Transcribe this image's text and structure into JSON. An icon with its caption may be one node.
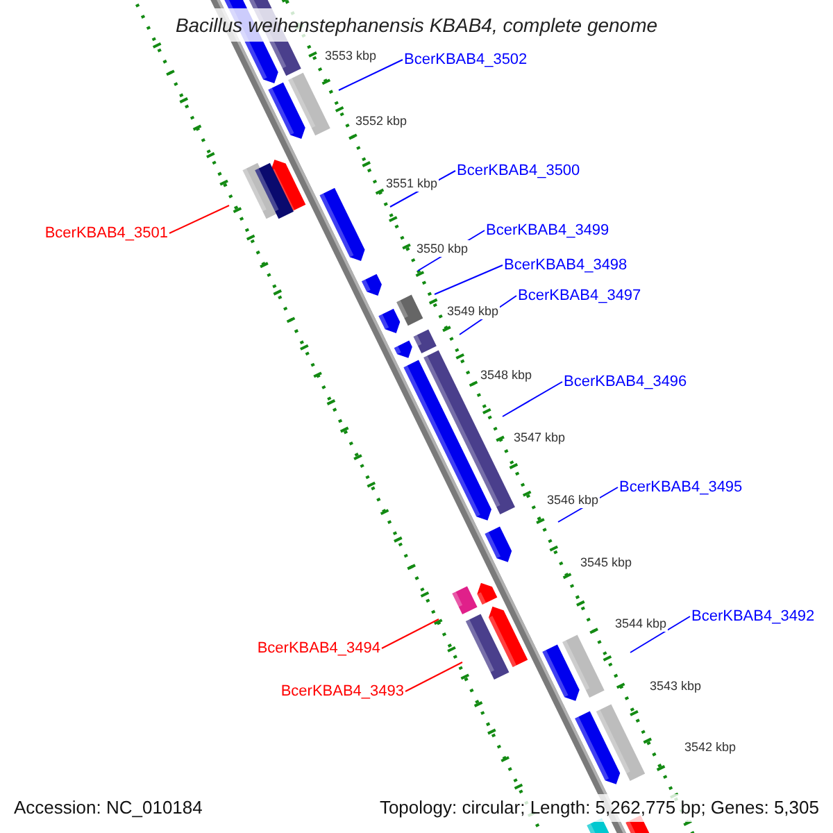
{
  "diagram": {
    "title": "Bacillus weihenstephanensis KBAB4, complete genome",
    "nodes": [
      {
        "text": [
          "BcerKBAB4_3502"
        ]
      },
      {
        "text": [
          "BcerKBAB4_3500"
        ]
      },
      {
        "text": [
          "BcerKBAB4_3501"
        ]
      },
      {
        "text": [
          "BcerKBAB4_3499"
        ]
      },
      {
        "text": [
          "BcerKBAB4_3498"
        ]
      },
      {
        "text": [
          "BcerKBAB4_3497"
        ]
      },
      {
        "text": [
          "BcerKBAB4_3496"
        ]
      },
      {
        "text": [
          "BcerKBAB4_3495"
        ]
      },
      {
        "text": [
          "BcerKBAB4_3492"
        ]
      },
      {
        "text": [
          "BcerKBAB4_3494"
        ]
      },
      {
        "text": [
          "BcerKBAB4_3493"
        ]
      }
    ],
    "edges": [
      {
        "from": 0,
        "to": null,
        "arrow": "none"
      },
      {
        "from": 1,
        "to": null,
        "arrow": "none"
      },
      {
        "from": 2,
        "to": null,
        "arrow": "none",
        "color": "#ff0000"
      },
      {
        "from": 3,
        "to": null,
        "arrow": "none"
      },
      {
        "from": 4,
        "to": null,
        "arrow": "none"
      },
      {
        "from": 5,
        "to": null,
        "arrow": "none"
      },
      {
        "from": 6,
        "to": null,
        "arrow": "none"
      },
      {
        "from": 7,
        "to": null,
        "arrow": "none"
      },
      {
        "from": 8,
        "to": null,
        "arrow": "none"
      },
      {
        "from": 9,
        "to": null,
        "arrow": "none",
        "color": "#ff0000"
      },
      {
        "from": 10,
        "to": null,
        "arrow": "none",
        "color": "#ff0000"
      }
    ],
    "labels": [
      "3553 kbp",
      "3552 kbp",
      "3551 kbp",
      "3550 kbp",
      "3549 kbp",
      "3548 kbp",
      "3547 kbp",
      "3546 kbp",
      "3545 kbp",
      "3544 kbp",
      "3543 kbp",
      "3542 kbp",
      "Accession: NC_010184",
      "Topology: circular; Length: 5,262,775 bp; Genes: 5,305"
    ]
  }
}
